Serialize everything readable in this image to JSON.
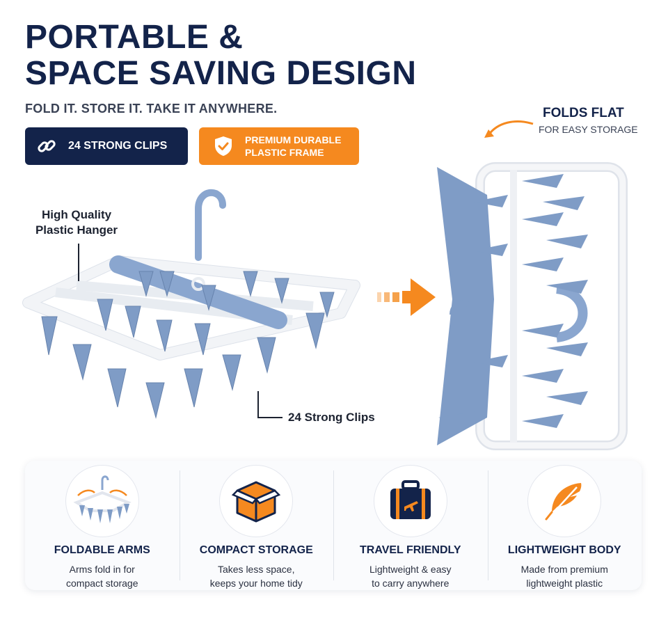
{
  "header": {
    "title_line1": "PORTABLE &",
    "title_line2": "SPACE SAVING DESIGN",
    "subtitle": "FOLD IT. STORE IT. TAKE IT ANYWHERE."
  },
  "badges": [
    {
      "label": "24 STRONG CLIPS",
      "icon": "link-icon",
      "color": "#13234a"
    },
    {
      "label": "PREMIUM DURABLE\nPLASTIC FRAME",
      "icon": "shield-check-icon",
      "color": "#f5891f"
    }
  ],
  "callouts": {
    "hanger": "High Quality\nPlastic Hanger",
    "clips": "24 Strong Clips"
  },
  "folds": {
    "title": "FOLDS FLAT",
    "subtitle": "FOR EASY STORAGE"
  },
  "features": [
    {
      "title": "FOLDABLE ARMS",
      "desc": "Arms fold in for\ncompact storage",
      "icon": "folding-hanger-icon"
    },
    {
      "title": "COMPACT STORAGE",
      "desc": "Takes less space,\nkeeps your home tidy",
      "icon": "box-icon"
    },
    {
      "title": "TRAVEL FRIENDLY",
      "desc": "Lightweight & easy\nto carry anywhere",
      "icon": "suitcase-icon"
    },
    {
      "title": "LIGHTWEIGHT BODY",
      "desc": "Made from premium\nlightweight plastic",
      "icon": "feather-icon"
    }
  ],
  "colors": {
    "navy": "#13234a",
    "orange": "#f5891f",
    "clip_blue": "#7f9cc6",
    "frame_white": "#f2f4f7"
  }
}
